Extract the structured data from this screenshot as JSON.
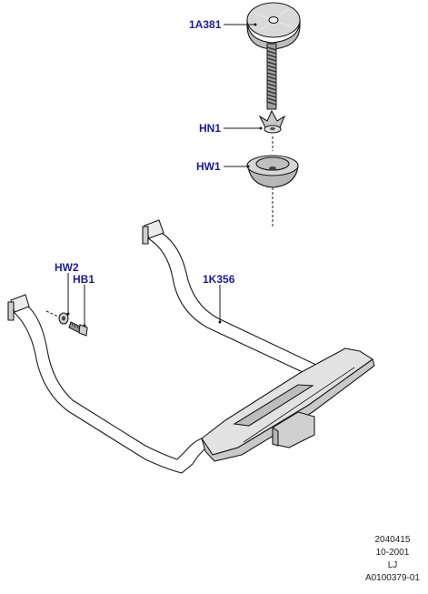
{
  "callouts": {
    "bracket_clamp": "1A381",
    "wing_nut": "HN1",
    "washer_cup": "HW1",
    "washer": "HW2",
    "bolt": "HB1",
    "carrier": "1K356"
  },
  "reference": {
    "line1": "2040415",
    "line2": "10-2001",
    "line3": "LJ",
    "line4": "A0100379-01"
  }
}
